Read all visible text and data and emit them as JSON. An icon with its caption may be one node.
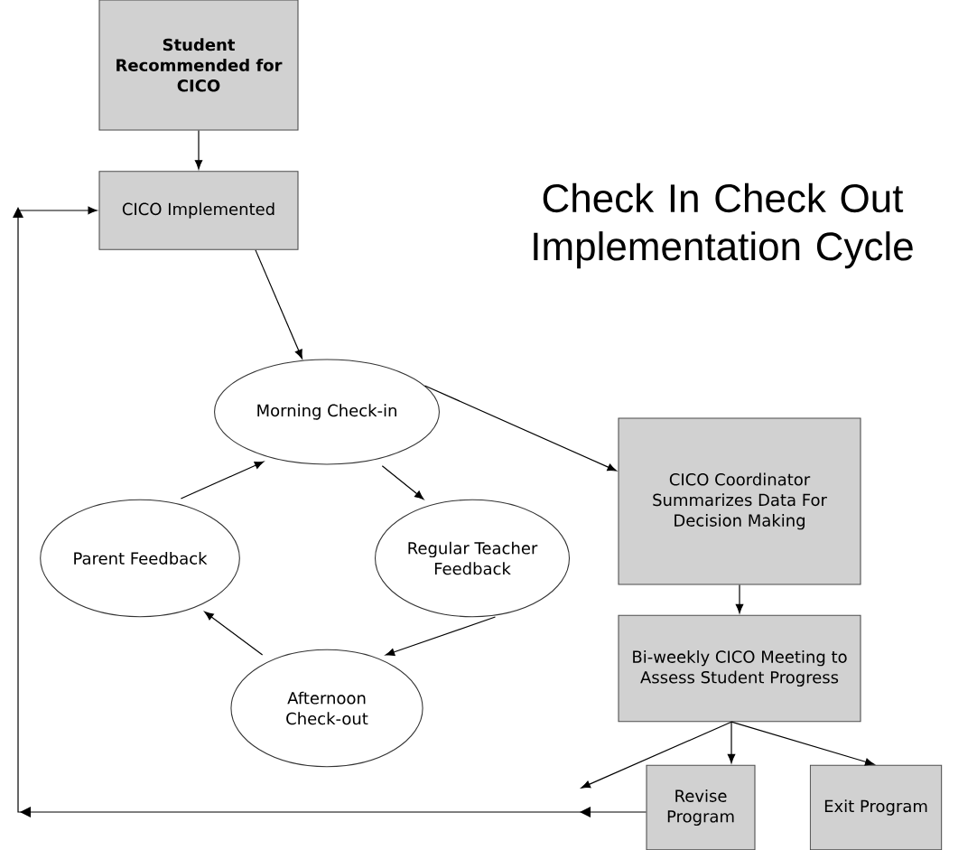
{
  "diagram": {
    "title": "Check In Check Out Implementation Cycle",
    "nodes": [
      {
        "text": [
          "Student Recommended for CICO"
        ]
      },
      {
        "text": [
          "CICO Implemented"
        ]
      },
      {
        "text": [
          "Morning Check-in"
        ]
      },
      {
        "text": [
          "Regular Teacher Feedback"
        ]
      },
      {
        "text": [
          "Afternoon Check-out"
        ]
      },
      {
        "text": [
          "Parent Feedback"
        ]
      },
      {
        "text": [
          "CICO Coordinator Summarizes Data For Decision Making"
        ]
      },
      {
        "text": [
          "Bi-weekly CICO Meeting to Assess Student Progress"
        ]
      },
      {
        "text": [
          "Revise Program"
        ]
      },
      {
        "text": [
          "Exit Program"
        ]
      }
    ],
    "edges": [
      {
        "from": 0,
        "to": 1,
        "arrow": "to"
      },
      {
        "from": 1,
        "to": 2,
        "arrow": "to"
      },
      {
        "from": 2,
        "to": 3,
        "arrow": "to"
      },
      {
        "from": 3,
        "to": 4,
        "arrow": "to"
      },
      {
        "from": 4,
        "to": 5,
        "arrow": "to"
      },
      {
        "from": 5,
        "to": 2,
        "arrow": "to"
      },
      {
        "from": 2,
        "to": 6,
        "arrow": "to"
      },
      {
        "from": 6,
        "to": 7,
        "arrow": "to"
      },
      {
        "from": 7,
        "to": 8,
        "arrow": "to"
      },
      {
        "from": 7,
        "to": 9,
        "arrow": "to"
      },
      {
        "from": 7,
        "to": null,
        "arrow": "to"
      },
      {
        "from": 8,
        "to": 1,
        "arrow": "to"
      }
    ]
  }
}
